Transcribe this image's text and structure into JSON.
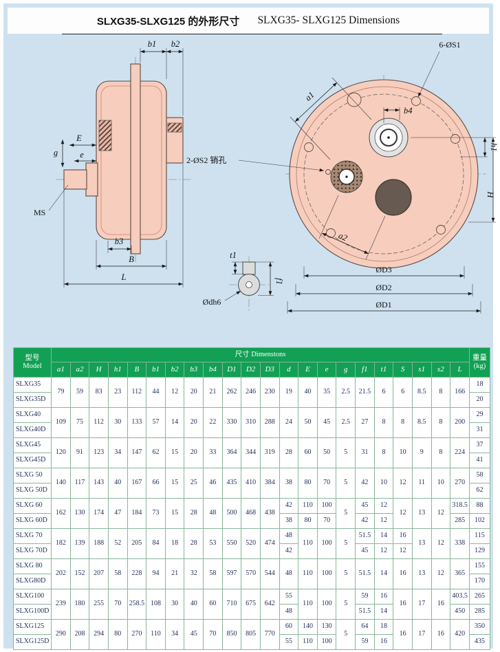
{
  "title": {
    "cn": "SLXG35-SLXG125 的外形尺寸",
    "en": "SLXG35- SLXG125 Dimensions"
  },
  "drawings": {
    "side_view": {
      "b1": "b1",
      "b2": "b2",
      "E": "E",
      "e": "e",
      "g": "g",
      "ms": "MS",
      "b3": "b3",
      "B": "B",
      "L": "L"
    },
    "end_view": {
      "s1_holes": "6-ØS1",
      "a1": "a1",
      "b4": "b4",
      "h1": "h1",
      "H": "H",
      "pin_holes": "2-ØS2 销孔",
      "a2": "a2",
      "d3": "ØD3",
      "d2": "ØD2",
      "d1": "ØD1"
    },
    "shaft_detail": {
      "t1": "t1",
      "dh6": "Ødh6",
      "f1": "f1"
    }
  },
  "table": {
    "header": {
      "model_cn": "型号",
      "model_en": "Model",
      "dims": "尺寸 Dimenstons",
      "weight_cn": "重量",
      "weight_en": "(kg)"
    },
    "columns": [
      "a1",
      "a2",
      "H",
      "h1",
      "B",
      "b1",
      "b2",
      "b3",
      "b4",
      "D1",
      "D2",
      "D3",
      "d",
      "E",
      "e",
      "g",
      "f1",
      "t1",
      "S",
      "s1",
      "s2",
      "L"
    ],
    "groups": [
      {
        "models": [
          "SLXG35",
          "SLXG35D"
        ],
        "weights": [
          "18",
          "20"
        ],
        "dims": {
          "a1": "79",
          "a2": "59",
          "H": "83",
          "h1": "23",
          "B": "112",
          "b1": "44",
          "b2": "12",
          "b3": "20",
          "b4": "21",
          "D1": "262",
          "D2": "246",
          "D3": "230",
          "d": "19",
          "E": "40",
          "e": "35",
          "g": "2.5",
          "f1": "21.5",
          "t1": "6",
          "S": "6",
          "s1": "8.5",
          "s2": "8",
          "L": "166"
        }
      },
      {
        "models": [
          "SLXG40",
          "SLXG40D"
        ],
        "weights": [
          "29",
          "31"
        ],
        "dims": {
          "a1": "109",
          "a2": "75",
          "H": "112",
          "h1": "30",
          "B": "133",
          "b1": "57",
          "b2": "14",
          "b3": "20",
          "b4": "22",
          "D1": "330",
          "D2": "310",
          "D3": "288",
          "d": "24",
          "E": "50",
          "e": "45",
          "g": "2.5",
          "f1": "27",
          "t1": "8",
          "S": "8",
          "s1": "8.5",
          "s2": "8",
          "L": "200"
        }
      },
      {
        "models": [
          "SLXG45",
          "SLXG45D"
        ],
        "weights": [
          "37",
          "41"
        ],
        "dims": {
          "a1": "120",
          "a2": "91",
          "H": "123",
          "h1": "34",
          "B": "147",
          "b1": "62",
          "b2": "15",
          "b3": "20",
          "b4": "33",
          "D1": "364",
          "D2": "344",
          "D3": "319",
          "d": "28",
          "E": "60",
          "e": "50",
          "g": "5",
          "f1": "31",
          "t1": "8",
          "S": "10",
          "s1": "9",
          "s2": "8",
          "L": "224"
        }
      },
      {
        "models": [
          "SLXG 50",
          "SLXG 50D"
        ],
        "weights": [
          "58",
          "62"
        ],
        "dims": {
          "a1": "140",
          "a2": "117",
          "H": "143",
          "h1": "40",
          "B": "167",
          "b1": "66",
          "b2": "15",
          "b3": "25",
          "b4": "46",
          "D1": "435",
          "D2": "410",
          "D3": "384",
          "d": "38",
          "E": "80",
          "e": "70",
          "g": "5",
          "f1": "42",
          "t1": "10",
          "S": "12",
          "s1": "11",
          "s2": "10",
          "L": "270"
        }
      },
      {
        "models": [
          "SLXG 60",
          "SLXG 60D"
        ],
        "weights": [
          "88",
          "102"
        ],
        "dims": {
          "a1": "162",
          "a2": "130",
          "H": "174",
          "h1": "47",
          "B": "184",
          "b1": "73",
          "b2": "15",
          "b3": "28",
          "b4": "48",
          "D1": "500",
          "D2": "468",
          "D3": "438",
          "d": [
            "42",
            "38"
          ],
          "E": [
            "110",
            "80"
          ],
          "e": [
            "100",
            "70"
          ],
          "g": "5",
          "f1": [
            "45",
            "42"
          ],
          "t1": [
            "12",
            "12"
          ],
          "S": "12",
          "s1": "13",
          "s2": "12",
          "L": [
            "318.5",
            "285"
          ]
        }
      },
      {
        "models": [
          "SLXG 70",
          "SLXG 70D"
        ],
        "weights": [
          "115",
          "129"
        ],
        "dims": {
          "a1": "182",
          "a2": "139",
          "H": "188",
          "h1": "52",
          "B": "205",
          "b1": "84",
          "b2": "18",
          "b3": "28",
          "b4": "53",
          "D1": "550",
          "D2": "520",
          "D3": "474",
          "d": [
            "48",
            "42"
          ],
          "E": "110",
          "e": "100",
          "g": "5",
          "f1": [
            "51.5",
            "45"
          ],
          "t1": [
            "14",
            "12"
          ],
          "S": [
            "16",
            "12"
          ],
          "s1": "13",
          "s2": "12",
          "L": "338"
        }
      },
      {
        "models": [
          "SLXG 80",
          "SLXG80D"
        ],
        "weights": [
          "155",
          "170"
        ],
        "dims": {
          "a1": "202",
          "a2": "152",
          "H": "207",
          "h1": "58",
          "B": "228",
          "b1": "94",
          "b2": "21",
          "b3": "32",
          "b4": "58",
          "D1": "597",
          "D2": "570",
          "D3": "544",
          "d": "48",
          "E": "110",
          "e": "100",
          "g": "5",
          "f1": "51.5",
          "t1": "14",
          "S": "16",
          "s1": "13",
          "s2": "12",
          "L": "365"
        }
      },
      {
        "models": [
          "SLXG100",
          "SLXG100D"
        ],
        "weights": [
          "265",
          "285"
        ],
        "dims": {
          "a1": "239",
          "a2": "180",
          "H": "255",
          "h1": "70",
          "B": "258.5",
          "b1": "108",
          "b2": "30",
          "b3": "40",
          "b4": "60",
          "D1": "710",
          "D2": "675",
          "D3": "642",
          "d": [
            "55",
            "48"
          ],
          "E": "110",
          "e": "100",
          "g": "5",
          "f1": [
            "59",
            "51.5"
          ],
          "t1": [
            "16",
            "14"
          ],
          "S": "16",
          "s1": "17",
          "s2": "16",
          "L": [
            "403.5",
            "450"
          ]
        }
      },
      {
        "models": [
          "SLXG125",
          "SLXG125D"
        ],
        "weights": [
          "350",
          "435"
        ],
        "dims": {
          "a1": "290",
          "a2": "208",
          "H": "294",
          "h1": "80",
          "B": "270",
          "b1": "110",
          "b2": "34",
          "b3": "45",
          "b4": "70",
          "D1": "850",
          "D2": "805",
          "D3": "770",
          "d": [
            "60",
            "55"
          ],
          "E": [
            "140",
            "110"
          ],
          "e": [
            "130",
            "100"
          ],
          "g": "5",
          "f1": [
            "64",
            "59"
          ],
          "t1": [
            "18",
            "16"
          ],
          "S": "16",
          "s1": "17",
          "s2": "16",
          "L": "420"
        }
      }
    ]
  }
}
